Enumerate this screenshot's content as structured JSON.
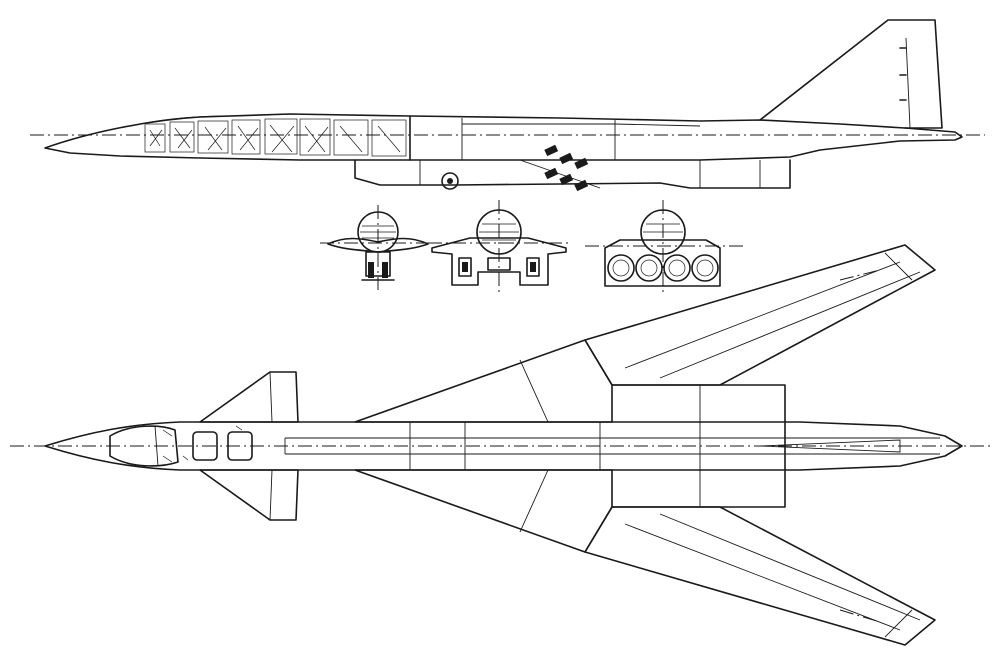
{
  "views": [
    {
      "id": "side",
      "kind": "side-elevation"
    },
    {
      "id": "front-sections",
      "kind": "cross-sections",
      "count": 3
    },
    {
      "id": "plan",
      "kind": "top-plan"
    }
  ],
  "colors": {
    "ink": "#1a1a1a",
    "paper": "#ffffff"
  }
}
